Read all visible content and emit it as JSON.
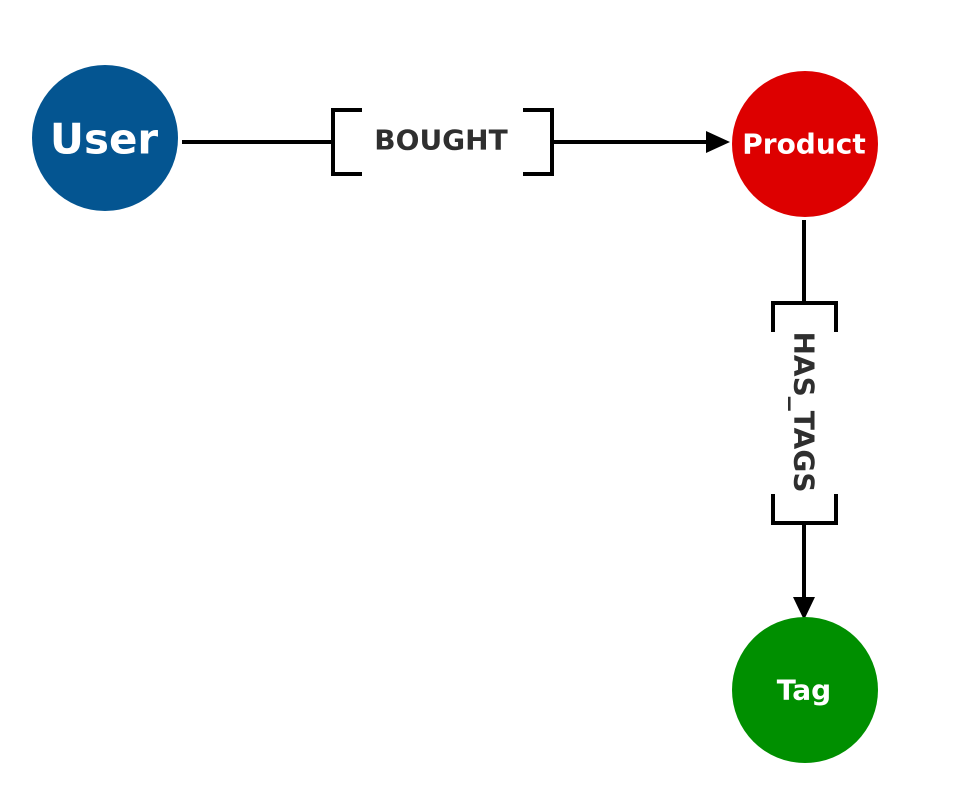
{
  "nodes": {
    "user": {
      "label": "User",
      "color": "#045591"
    },
    "product": {
      "label": "Product",
      "color": "#dd0000"
    },
    "tag": {
      "label": "Tag",
      "color": "#008f00"
    }
  },
  "edges": {
    "bought": {
      "label": "BOUGHT",
      "from": "User",
      "to": "Product"
    },
    "has_tags": {
      "label": "HAS_TAGS",
      "from": "Product",
      "to": "Tag"
    }
  }
}
